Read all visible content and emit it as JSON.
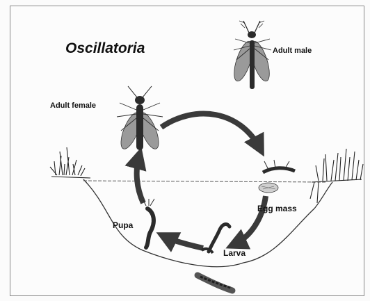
{
  "diagram": {
    "title": "Oscillatoria",
    "stages": {
      "adult_male": "Adult male",
      "adult_female": "Adult female",
      "egg_mass": "Egg mass",
      "pupa": "Pupa",
      "larva": "Larva"
    }
  },
  "colors": {
    "arrow": "#3a3a3a",
    "insect": "#2b2b2b",
    "wing": "#9a9a9a",
    "frame": "#888888"
  }
}
